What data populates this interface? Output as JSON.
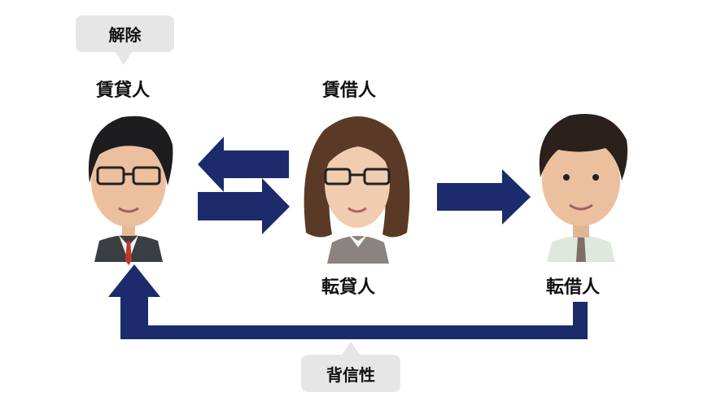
{
  "labels": {
    "lessor": "賃貸人",
    "lessee": "賃借人",
    "sublessor": "転貸人",
    "sublessee": "転借人"
  },
  "bubbles": {
    "cancel": "解除",
    "breach": "背信性"
  },
  "colors": {
    "arrow": "#1b2b6b",
    "bubble": "#e6e6e6"
  }
}
